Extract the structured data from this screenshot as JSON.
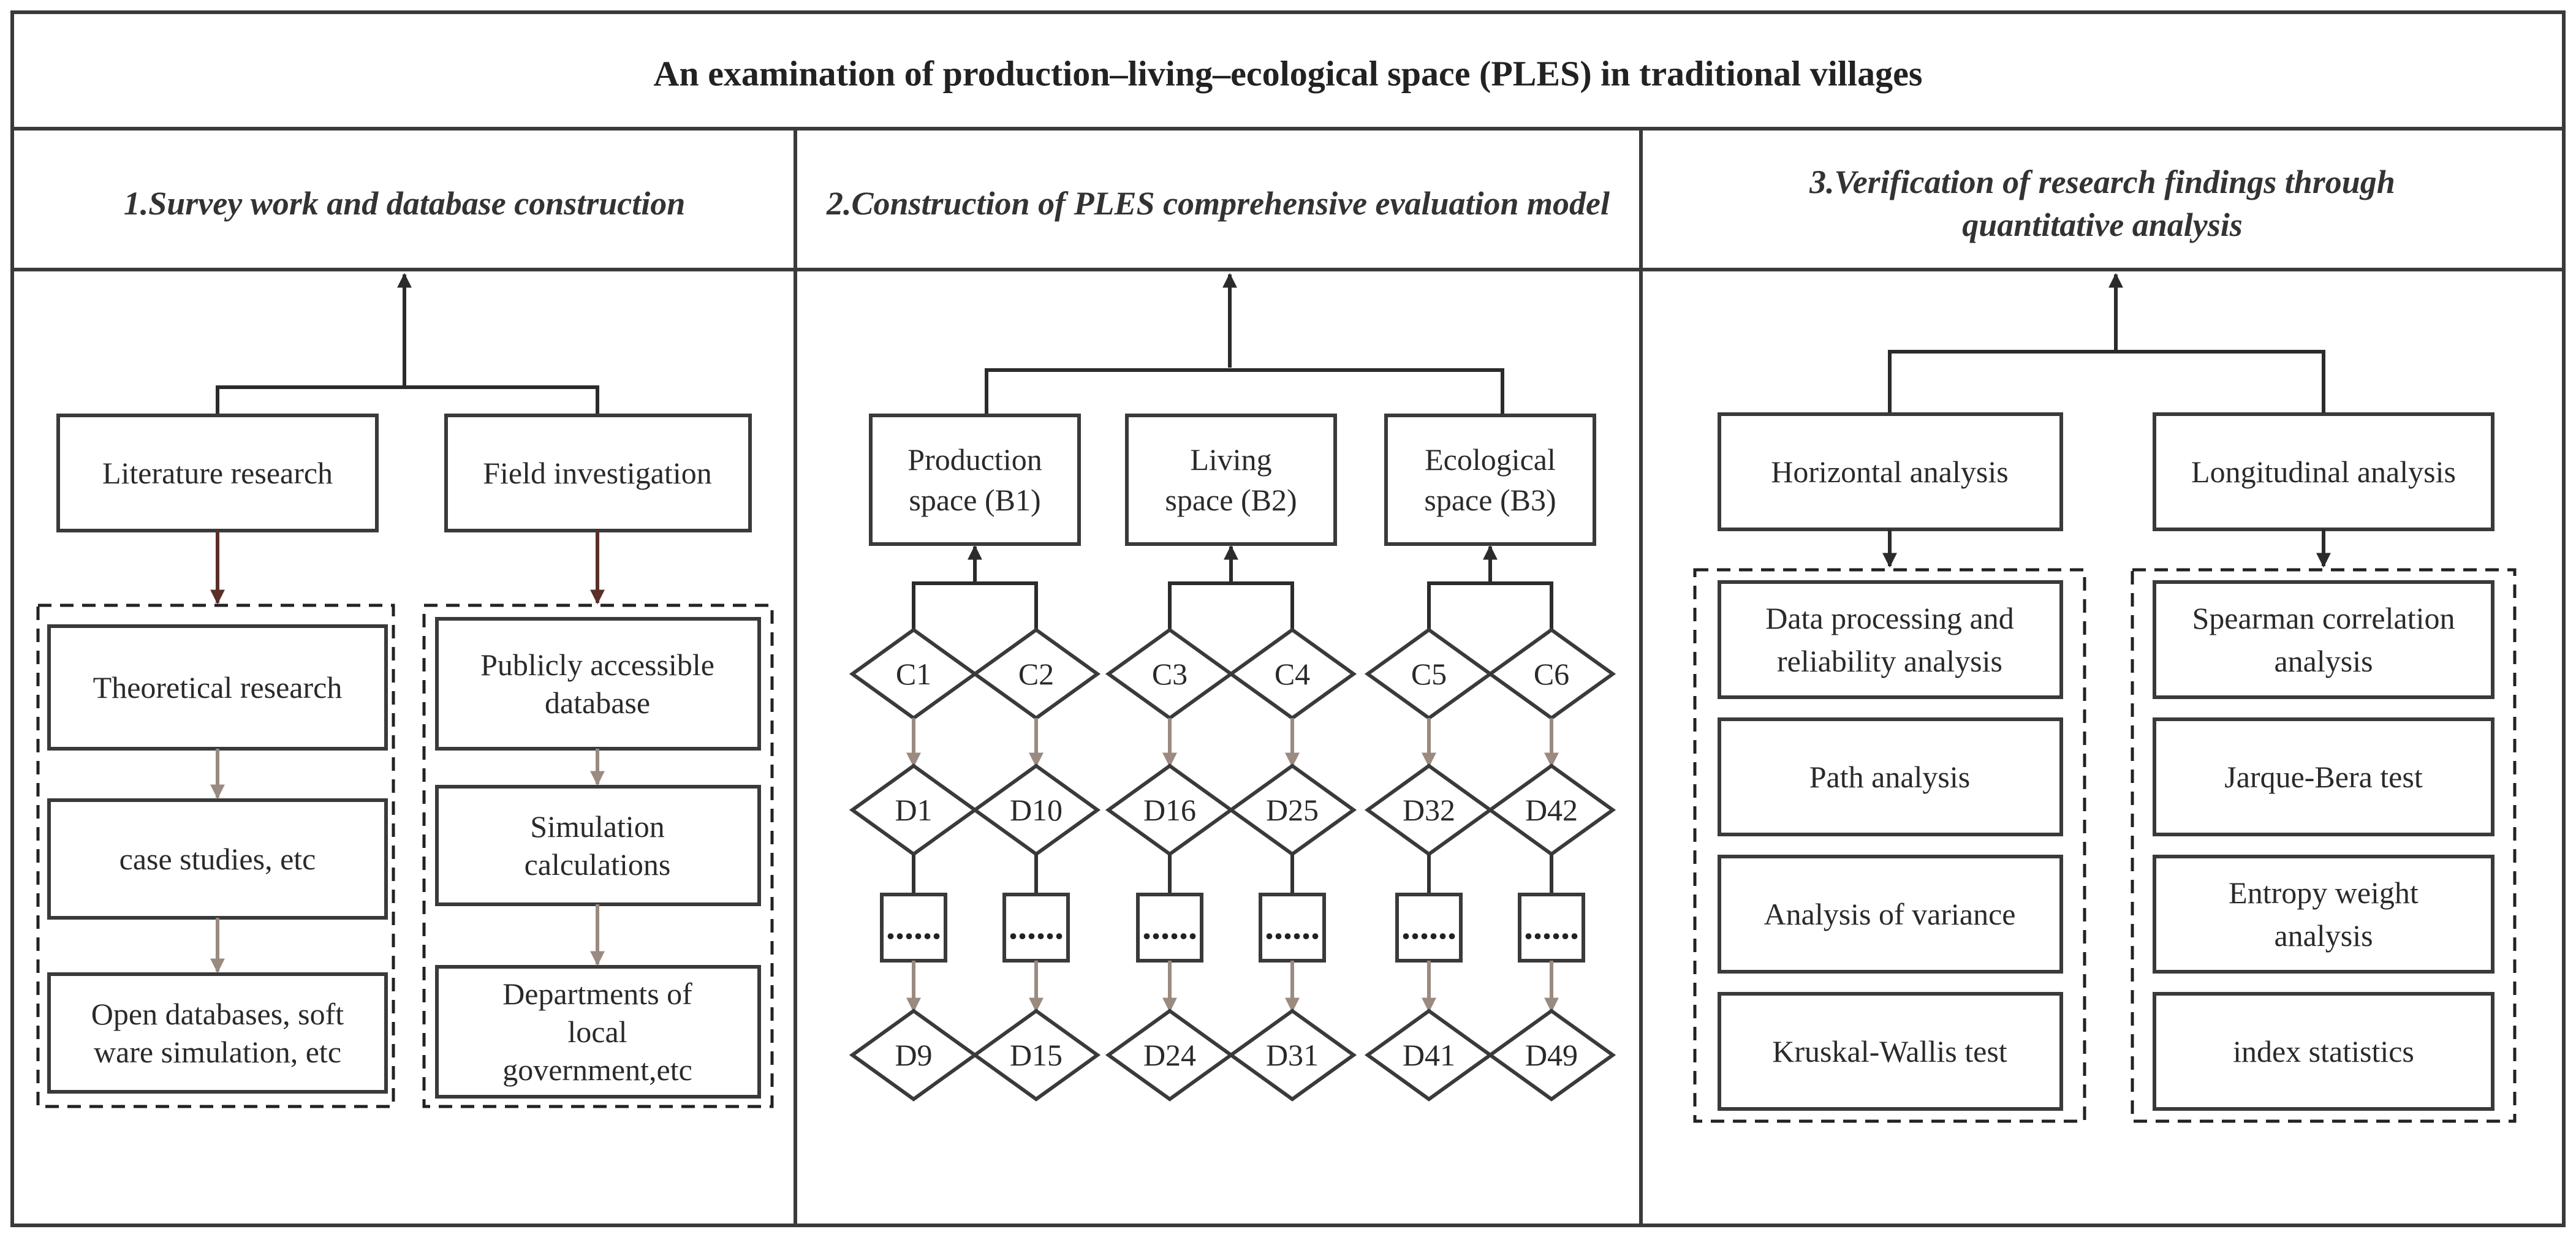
{
  "title": "An examination of production–living–ecological space (PLES) in traditional villages",
  "sections": [
    {
      "heading": [
        "1.Survey work and database construction"
      ],
      "columns": [
        {
          "top": [
            "Literature research"
          ],
          "items": [
            [
              "Theoretical research"
            ],
            [
              "case studies, etc"
            ],
            [
              "Open databases, soft",
              "ware simulation, etc"
            ]
          ]
        },
        {
          "top": [
            "Field investigation"
          ],
          "items": [
            [
              "Publicly accessible",
              "database"
            ],
            [
              "Simulation",
              "calculations"
            ],
            [
              "Departments of",
              "local",
              "government,etc"
            ]
          ]
        }
      ]
    },
    {
      "heading": [
        "2.Construction of PLES comprehensive evaluation model"
      ],
      "spaces": [
        {
          "label": [
            "Production",
            "space (B1)"
          ],
          "criteria": [
            "C1",
            "C2"
          ],
          "first": [
            "D1",
            "D10"
          ],
          "last": [
            "D9",
            "D15"
          ]
        },
        {
          "label": [
            "Living",
            "space (B2)"
          ],
          "criteria": [
            "C3",
            "C4"
          ],
          "first": [
            "D16",
            "D25"
          ],
          "last": [
            "D24",
            "D31"
          ]
        },
        {
          "label": [
            "Ecological",
            "space (B3)"
          ],
          "criteria": [
            "C5",
            "C6"
          ],
          "first": [
            "D32",
            "D42"
          ],
          "last": [
            "D41",
            "D49"
          ]
        }
      ],
      "ellipsis": "......"
    },
    {
      "heading": [
        "3.Verification of research findings through",
        "quantitative analysis"
      ],
      "columns": [
        {
          "top": [
            "Horizontal analysis"
          ],
          "items": [
            [
              "Data processing and",
              "reliability analysis"
            ],
            [
              "Path analysis"
            ],
            [
              "Analysis of variance"
            ],
            [
              "Kruskal-Wallis test"
            ]
          ]
        },
        {
          "top": [
            "Longitudinal analysis"
          ],
          "items": [
            [
              "Spearman correlation",
              "analysis"
            ],
            [
              "Jarque-Bera test"
            ],
            [
              "Entropy weight",
              "analysis"
            ],
            [
              "index statistics"
            ]
          ]
        }
      ]
    }
  ],
  "colors": {
    "title_bg": "#fde0c8",
    "panel1_header": "#fcfac0",
    "panel1_body": "#fefeea",
    "panel2_header": "#eafcd2",
    "panel2_body": "#f8fdee",
    "panel3_header": "#c6fafa",
    "panel3_body": "#ecfcfc"
  }
}
